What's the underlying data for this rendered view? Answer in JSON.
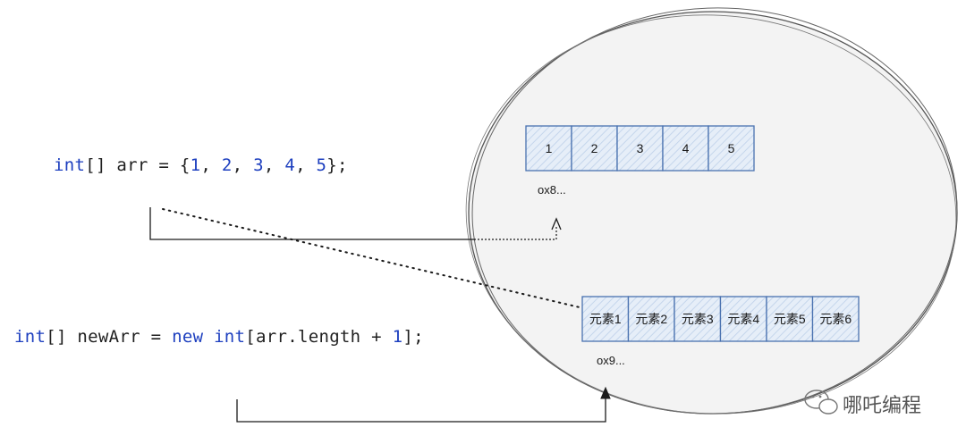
{
  "code_line_1": {
    "kw_int": "int",
    "t1": "[] arr = {",
    "n1": "1",
    "c1": ", ",
    "n2": "2",
    "c2": ", ",
    "n3": "3",
    "c3": ", ",
    "n4": "4",
    "c4": ", ",
    "n5": "5",
    "t2": "};"
  },
  "code_line_2": {
    "kw_int": "int",
    "t1": "[] newArr = ",
    "kw_new": "new",
    "t2": " ",
    "kw_int2": "int",
    "t3": "[arr.length + ",
    "n1": "1",
    "t4": "];"
  },
  "array_old": {
    "cells": [
      "1",
      "2",
      "3",
      "4",
      "5"
    ],
    "address": "ox8..."
  },
  "array_new": {
    "cells": [
      "元素1",
      "元素2",
      "元素3",
      "元素4",
      "元素5",
      "元素6"
    ],
    "address": "ox9..."
  },
  "watermark": {
    "text": "哪吒编程",
    "icon": "wechat-icon"
  },
  "colors": {
    "cell_fill": "#dce8f5",
    "cell_stroke": "#4a72b0",
    "keyword": "#1d3fbf"
  }
}
